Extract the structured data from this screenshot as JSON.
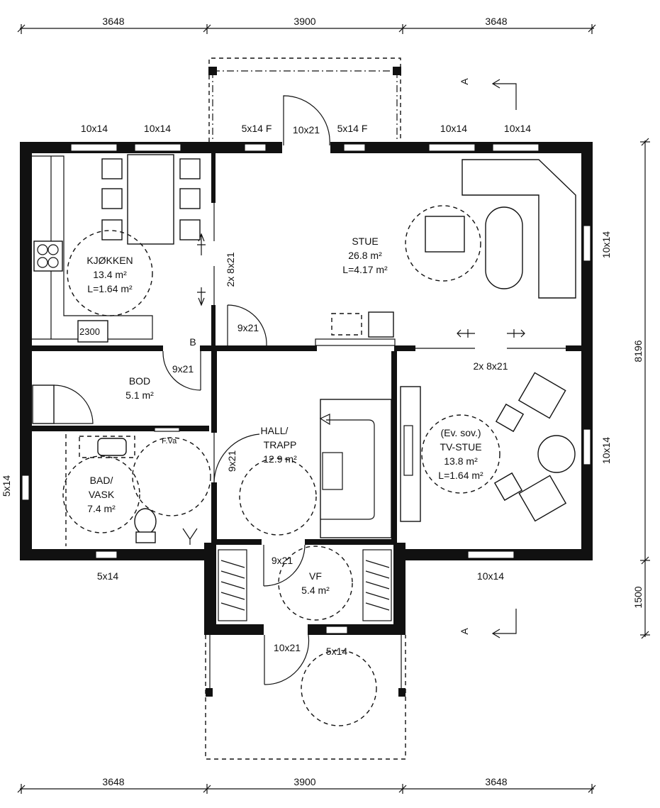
{
  "dimensions": {
    "top": [
      "3648",
      "3900",
      "3648"
    ],
    "bottom": [
      "3648",
      "3900",
      "3648"
    ],
    "right": [
      "8196",
      "1500"
    ]
  },
  "rooms": {
    "kjokken": {
      "name": "KJØKKEN",
      "area": "13.4 m²",
      "light": "L=1.64 m²"
    },
    "stue": {
      "name": "STUE",
      "area": "26.8 m²",
      "light": "L=4.17 m²"
    },
    "bod": {
      "name": "BOD",
      "area": "5.1 m²"
    },
    "bad": {
      "name1": "BAD/",
      "name2": "VASK",
      "area": "7.4 m²"
    },
    "hall": {
      "name1": "HALL/",
      "name2": "TRAPP",
      "area": "12.9 m²"
    },
    "tvstue": {
      "note": "(Ev. sov.)",
      "name": "TV-STUE",
      "area": "13.8 m²",
      "light": "L=1.64 m²"
    },
    "vf": {
      "name": "VF",
      "area": "5.4 m²"
    }
  },
  "windows": {
    "top": [
      "10x14",
      "10x14",
      "5x14 F",
      "5x14 F",
      "10x14",
      "10x14"
    ],
    "right": [
      "10x14",
      "10x14"
    ],
    "left": [
      "5x14"
    ],
    "bottom": [
      "5x14",
      "10x14",
      "5x14"
    ]
  },
  "doors": {
    "entry_top": "10x21",
    "kitchen_sliding": "2x 8x21",
    "stue": "9x21",
    "bod": "9x21",
    "hall": "9x21",
    "vf": "9x21",
    "stue_tv_sliding": "2x 8x21",
    "entry_bottom": "10x21"
  },
  "annotations": {
    "section_mark": "A",
    "kitchen_length": "2300",
    "b_mark": "B",
    "fva": "F.Va"
  }
}
